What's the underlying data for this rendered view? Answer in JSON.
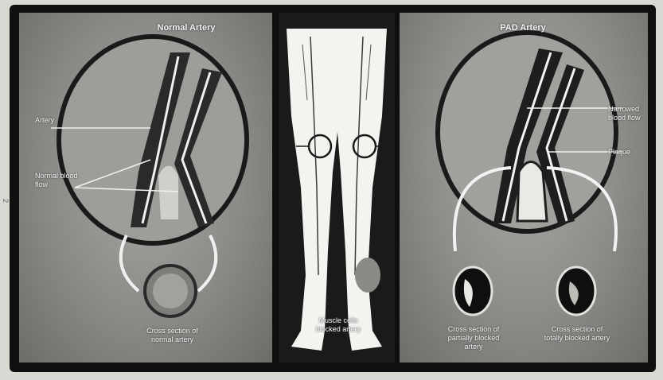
{
  "left_panel": {
    "title": "Normal Artery",
    "label_artery": "Artery",
    "label_blood_flow": "Normal blood flow",
    "caption": "Cross section of normal artery"
  },
  "middle_panel": {
    "caption": "Muscle cells blocked artery"
  },
  "right_panel": {
    "title": "PAD Artery",
    "label_narrowed": "Narrowed blood flow",
    "label_plaque": "Plaque",
    "caption_left": "Cross section of partially blocked artery",
    "caption_right": "Cross section of totally blocked artery"
  },
  "side_mark": "2",
  "colors": {
    "frame": "#0f0f0f",
    "panel_gray": "#8c8c89",
    "artery_dark": "#1b1b1b",
    "highlight": "#f2f2f2"
  }
}
